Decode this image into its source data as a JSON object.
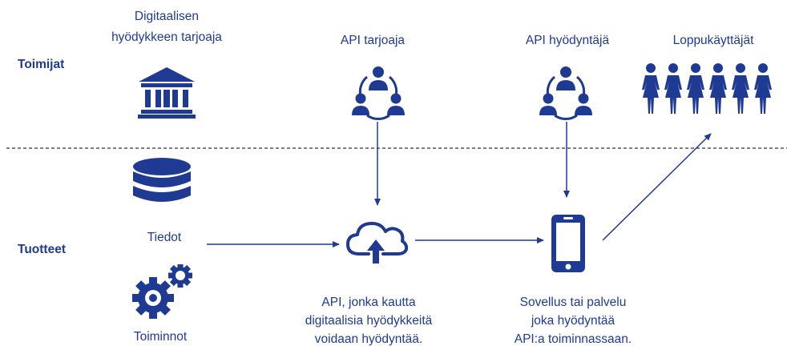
{
  "colors": {
    "primary": "#1f3a93",
    "divider": "#333333"
  },
  "rows": {
    "actors": "Toimijat",
    "products": "Tuotteet"
  },
  "actors": {
    "digital_provider": [
      "Digitaalisen",
      "hyödykkeen tarjoaja"
    ],
    "api_provider": "API tarjoaja",
    "api_user": "API hyödyntäjä",
    "end_users": "Loppukäyttäjät"
  },
  "products": {
    "data": "Tiedot",
    "functions": "Toiminnot",
    "api_desc": [
      "API, jonka kautta",
      "digitaalisia hyödykkeitä",
      "voidaan hyödyntää."
    ],
    "app_desc": [
      "Sovellus tai palvelu",
      "joka hyödyntää",
      "API:a toiminnassaan."
    ]
  },
  "icons": {
    "institution": "bank-building-icon",
    "api_provider": "people-network-icon",
    "api_user": "people-network-icon",
    "end_users": "crowd-icon",
    "data": "database-icon",
    "functions": "gears-icon",
    "api": "cloud-upload-icon",
    "app": "smartphone-icon"
  }
}
